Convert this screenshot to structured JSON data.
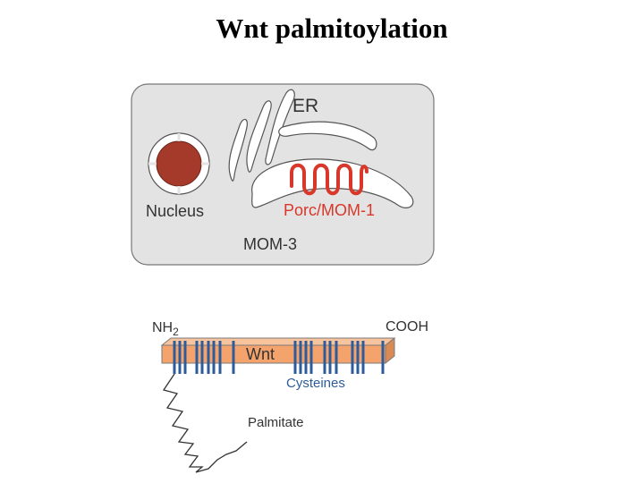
{
  "title": "Wnt palmitoylation",
  "cell": {
    "er_label": "ER",
    "enzyme_label": "Porc/MOM-1",
    "nucleus_label": "Nucleus",
    "mom3_label": "MOM-3"
  },
  "protein": {
    "n_terminus": "NH",
    "n_terminus_sub": "2",
    "c_terminus": "COOH",
    "name": "Wnt",
    "cysteines_label": "Cysteines",
    "palmitate_label": "Palmitate"
  },
  "colors": {
    "cell_fill": "#e3e3e3",
    "nucleus": "#a53a2a",
    "enzyme_red": "#d9372a",
    "protein_orange": "#f4a36c",
    "cysteine_blue": "#2e5c9b"
  }
}
